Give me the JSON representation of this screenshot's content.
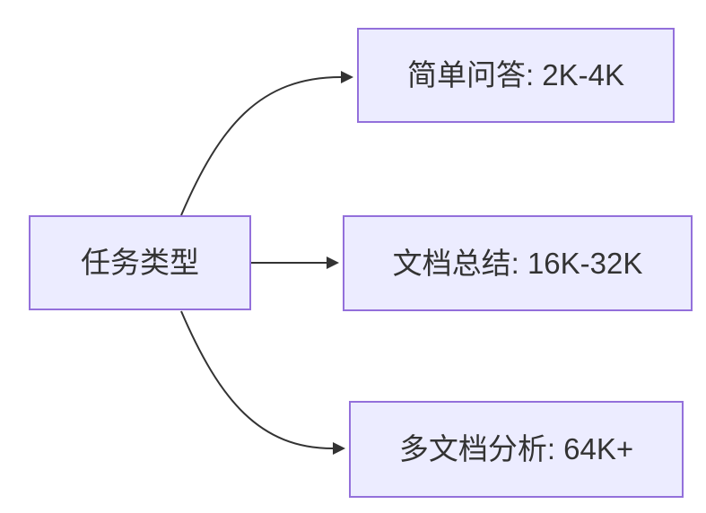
{
  "diagram": {
    "type": "flowchart",
    "direction": "left-to-right",
    "root": {
      "label": "任务类型"
    },
    "children": [
      {
        "label": "简单问答: 2K-4K"
      },
      {
        "label": "文档总结: 16K-32K"
      },
      {
        "label": "多文档分析: 64K+"
      }
    ],
    "edges": [
      {
        "from": "任务类型",
        "to": "简单问答: 2K-4K"
      },
      {
        "from": "任务类型",
        "to": "文档总结: 16K-32K"
      },
      {
        "from": "任务类型",
        "to": "多文档分析: 64K+"
      }
    ],
    "colors": {
      "node_fill": "#ECECFF",
      "node_border": "#9370DB",
      "edge_line": "#333333",
      "text": "#333333",
      "background": "#FFFFFF"
    }
  }
}
